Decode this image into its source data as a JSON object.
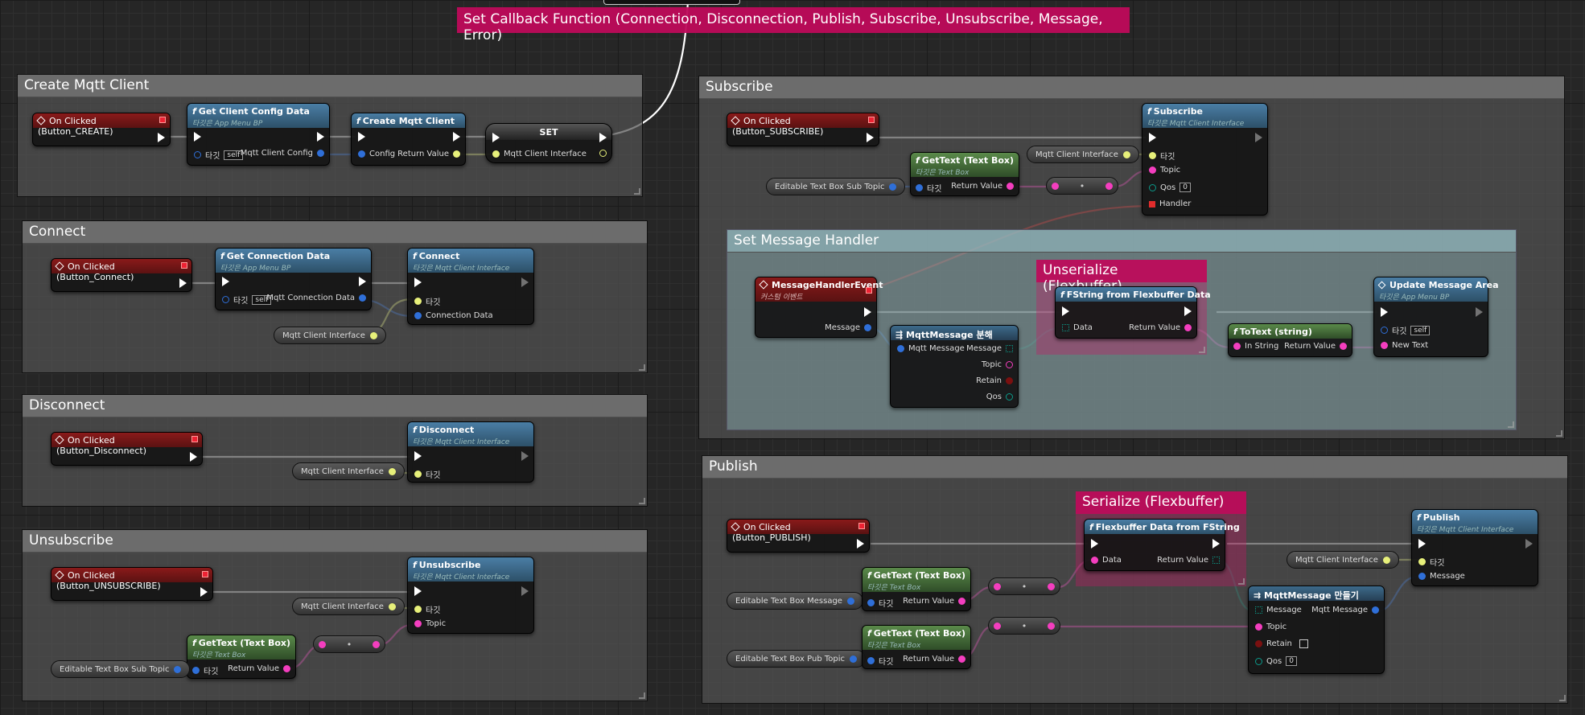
{
  "top": {
    "banner": "Set Callback Function (Connection, Disconnection, Publish, Subscribe, Unsubscribe, Message, Error)"
  },
  "comments": {
    "create": "Create Mqtt Client",
    "connect": "Connect",
    "disconnect": "Disconnect",
    "unsubscribe": "Unsubscribe",
    "subscribe": "Subscribe",
    "handler": "Set Message Handler",
    "unser": "Unserialize (Flexbuffer)",
    "publish": "Publish",
    "ser": "Serialize (Flexbuffer)"
  },
  "n": {
    "ev_create": "On Clicked (Button_CREATE)",
    "gcc": {
      "title": "Get Client Config Data",
      "sub": "타깃은 App Menu BP",
      "target": "타깃",
      "self": "self",
      "out": "Mqtt Client Config"
    },
    "cmc": {
      "title": "Create Mqtt Client",
      "in": "Config",
      "out": "Return Value"
    },
    "set": {
      "title": "SET",
      "pin": "Mqtt Client Interface"
    },
    "ev_connect": "On Clicked (Button_Connect)",
    "gcd": {
      "title": "Get Connection Data",
      "sub": "타깃은 App Menu BP",
      "target": "타깃",
      "self": "self",
      "out": "Mqtt Connection Data"
    },
    "conn": {
      "title": "Connect",
      "sub": "타깃은 Mqtt Client Interface",
      "target": "타깃",
      "in": "Connection Data"
    },
    "mci": "Mqtt Client Interface",
    "ev_disc": "On Clicked (Button_Disconnect)",
    "disc": {
      "title": "Disconnect",
      "sub": "타깃은 Mqtt Client Interface",
      "target": "타깃"
    },
    "ev_unsub": "On Clicked (Button_UNSUBSCRIBE)",
    "unsub": {
      "title": "Unsubscribe",
      "sub": "타깃은 Mqtt Client Interface",
      "target": "타깃",
      "topic": "Topic"
    },
    "gettext": {
      "title": "GetText (Text Box)",
      "sub": "타깃은 Text Box",
      "target": "타깃",
      "out": "Return Value"
    },
    "etb_sub": "Editable Text Box Sub Topic",
    "ev_sub": "On Clicked (Button_SUBSCRIBE)",
    "subs": {
      "title": "Subscribe",
      "sub": "타깃은 Mqtt Client Interface",
      "target": "타깃",
      "topic": "Topic",
      "qos": "Qos",
      "qosv": "0",
      "handler": "Handler"
    },
    "mhe": {
      "title": "MessageHandlerEvent",
      "sub": "커스텀 이벤트",
      "out": "Message"
    },
    "brk": {
      "title": "MqttMessage 분해",
      "in": "Mqtt Message",
      "o1": "Message",
      "o2": "Topic",
      "o3": "Retain",
      "o4": "Qos"
    },
    "fsf": {
      "title": "FString from Flexbuffer Data",
      "in": "Data",
      "out": "Return Value"
    },
    "tot": {
      "title": "ToText (string)",
      "in": "In String",
      "out": "Return Value"
    },
    "uma": {
      "title": "Update Message Area",
      "sub": "타깃은 App Menu BP",
      "target": "타깃",
      "self": "self",
      "in": "New Text"
    },
    "ev_pub": "On Clicked (Button_PUBLISH)",
    "fdf": {
      "title": "Flexbuffer Data from FString",
      "in": "Data",
      "out": "Return Value"
    },
    "etb_msg": "Editable Text Box Message",
    "etb_pub": "Editable Text Box Pub Topic",
    "mk": {
      "title": "MqttMessage 만들기",
      "i1": "Message",
      "i2": "Topic",
      "i3": "Retain",
      "i4": "Qos",
      "qosv": "0",
      "out": "Mqtt Message"
    },
    "pub": {
      "title": "Publish",
      "sub": "타깃은 Mqtt Client Interface",
      "target": "타깃",
      "msg": "Message"
    }
  },
  "colors": {
    "exec": "#ffffff",
    "struct": "#2f6fd8",
    "object": "#e7f07a",
    "string": "#f43ebf",
    "byte": "#0b7a6a",
    "event": "#e22c2c"
  }
}
